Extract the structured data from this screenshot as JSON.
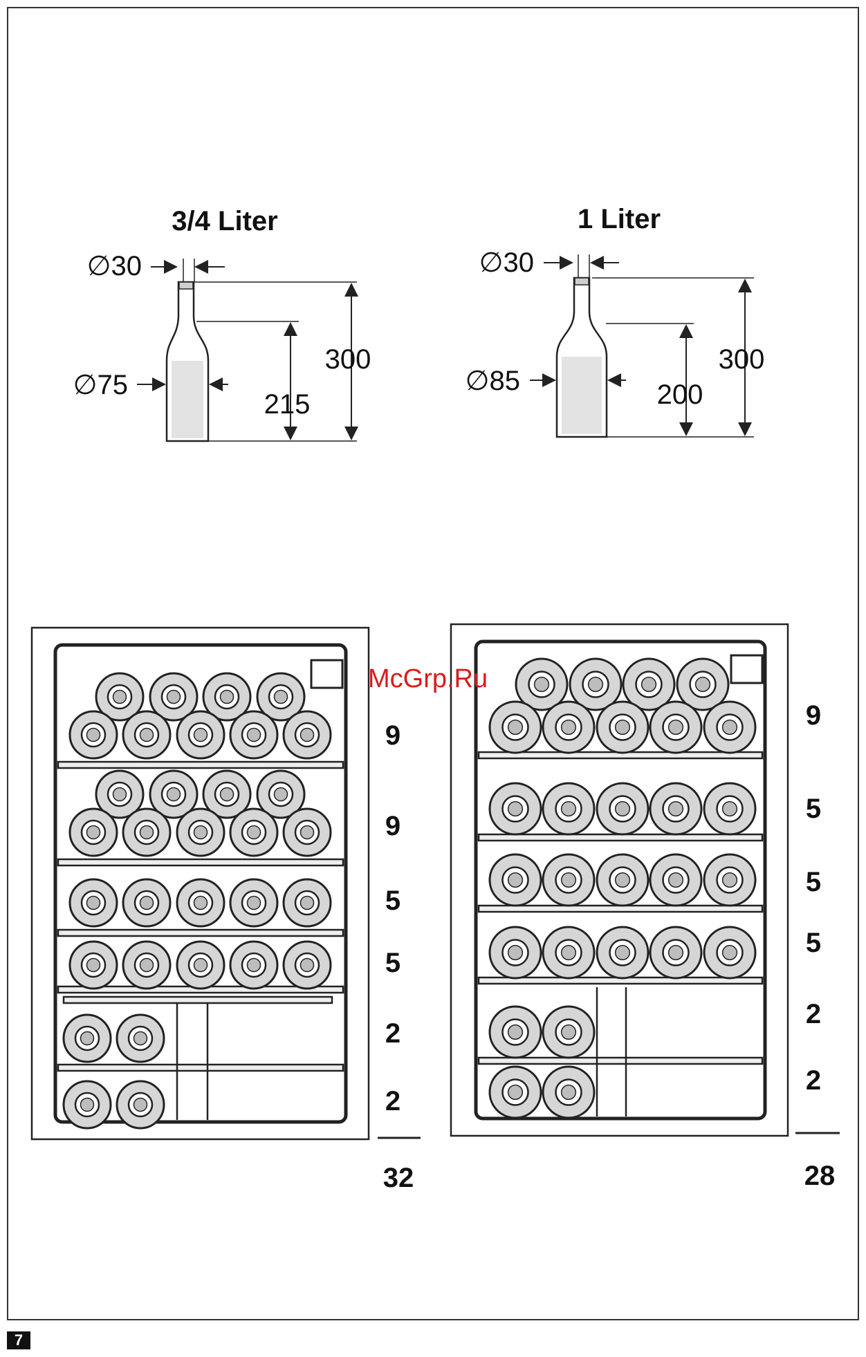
{
  "page_number": "7",
  "watermark": "McGrp.Ru",
  "bottles": [
    {
      "title": "3/4 Liter",
      "neck_diameter": "∅30",
      "body_diameter": "∅75",
      "shoulder_height": "215",
      "total_height": "300"
    },
    {
      "title": "1 Liter",
      "neck_diameter": "∅30",
      "body_diameter": "∅85",
      "shoulder_height": "200",
      "total_height": "300"
    }
  ],
  "cabinets": [
    {
      "shelf_counts": [
        "9",
        "9",
        "5",
        "5",
        "2",
        "2"
      ],
      "total": "32"
    },
    {
      "shelf_counts": [
        "9",
        "5",
        "5",
        "5",
        "2",
        "2"
      ],
      "total": "28"
    }
  ],
  "colors": {
    "bottle_fill": "#e3e3e3",
    "bottle_cap": "#cfcfcf",
    "line": "#222222",
    "watermark": "#d81b1b"
  }
}
